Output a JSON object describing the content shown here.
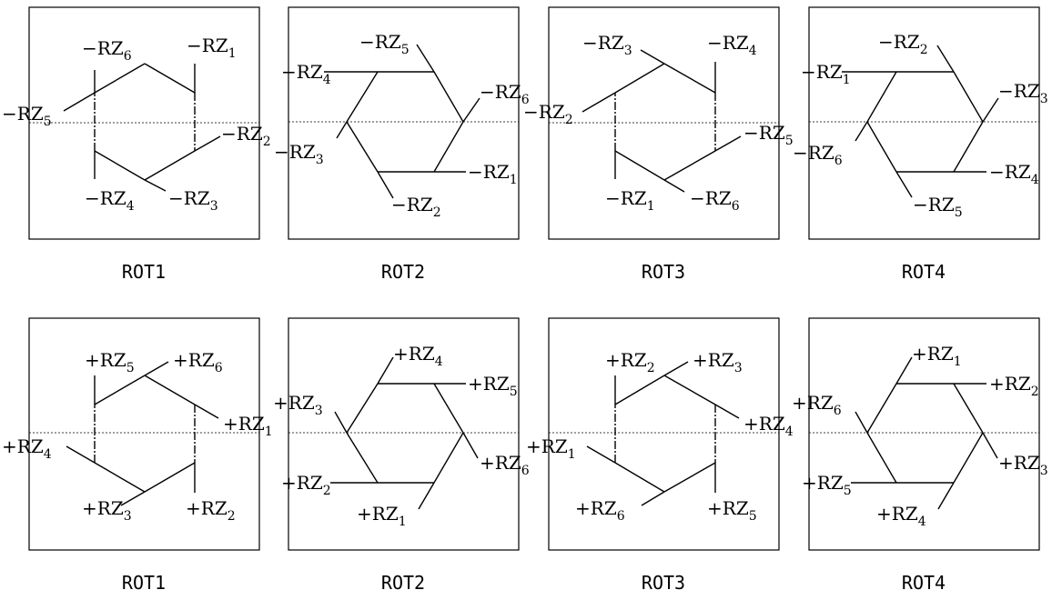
{
  "rows": [
    {
      "panels": [
        {
          "caption": "ROT1",
          "labels": [
            {
              "sign": "−",
              "base": "RZ",
              "sub": "6"
            },
            {
              "sign": "−",
              "base": "RZ",
              "sub": "1"
            },
            {
              "sign": "−",
              "base": "RZ",
              "sub": "5"
            },
            {
              "sign": "−",
              "base": "RZ",
              "sub": "2"
            },
            {
              "sign": "−",
              "base": "RZ",
              "sub": "4"
            },
            {
              "sign": "−",
              "base": "RZ",
              "sub": "3"
            }
          ]
        },
        {
          "caption": "ROT2",
          "labels": [
            {
              "sign": "−",
              "base": "RZ",
              "sub": "5"
            },
            {
              "sign": "−",
              "base": "RZ",
              "sub": "4"
            },
            {
              "sign": "−",
              "base": "RZ",
              "sub": "6"
            },
            {
              "sign": "−",
              "base": "RZ",
              "sub": "3"
            },
            {
              "sign": "−",
              "base": "RZ",
              "sub": "1"
            },
            {
              "sign": "−",
              "base": "RZ",
              "sub": "2"
            }
          ]
        },
        {
          "caption": "ROT3",
          "labels": [
            {
              "sign": "−",
              "base": "RZ",
              "sub": "3"
            },
            {
              "sign": "−",
              "base": "RZ",
              "sub": "4"
            },
            {
              "sign": "−",
              "base": "RZ",
              "sub": "2"
            },
            {
              "sign": "−",
              "base": "RZ",
              "sub": "5"
            },
            {
              "sign": "−",
              "base": "RZ",
              "sub": "1"
            },
            {
              "sign": "−",
              "base": "RZ",
              "sub": "6"
            }
          ]
        },
        {
          "caption": "ROT4",
          "labels": [
            {
              "sign": "−",
              "base": "RZ",
              "sub": "2"
            },
            {
              "sign": "−",
              "base": "RZ",
              "sub": "1"
            },
            {
              "sign": "−",
              "base": "RZ",
              "sub": "3"
            },
            {
              "sign": "−",
              "base": "RZ",
              "sub": "6"
            },
            {
              "sign": "−",
              "base": "RZ",
              "sub": "4"
            },
            {
              "sign": "−",
              "base": "RZ",
              "sub": "5"
            }
          ]
        }
      ]
    },
    {
      "panels": [
        {
          "caption": "ROT1",
          "labels": [
            {
              "sign": "+",
              "base": "RZ",
              "sub": "5"
            },
            {
              "sign": "+",
              "base": "RZ",
              "sub": "6"
            },
            {
              "sign": "+",
              "base": "RZ",
              "sub": "1"
            },
            {
              "sign": "+",
              "base": "RZ",
              "sub": "4"
            },
            {
              "sign": "+",
              "base": "RZ",
              "sub": "3"
            },
            {
              "sign": "+",
              "base": "RZ",
              "sub": "2"
            }
          ]
        },
        {
          "caption": "ROT2",
          "labels": [
            {
              "sign": "+",
              "base": "RZ",
              "sub": "4"
            },
            {
              "sign": "+",
              "base": "RZ",
              "sub": "5"
            },
            {
              "sign": "+",
              "base": "RZ",
              "sub": "3"
            },
            {
              "sign": "+",
              "base": "RZ",
              "sub": "6"
            },
            {
              "sign": "+",
              "base": "RZ",
              "sub": "2"
            },
            {
              "sign": "+",
              "base": "RZ",
              "sub": "1"
            }
          ]
        },
        {
          "caption": "ROT3",
          "labels": [
            {
              "sign": "+",
              "base": "RZ",
              "sub": "2"
            },
            {
              "sign": "+",
              "base": "RZ",
              "sub": "3"
            },
            {
              "sign": "+",
              "base": "RZ",
              "sub": "4"
            },
            {
              "sign": "+",
              "base": "RZ",
              "sub": "1"
            },
            {
              "sign": "+",
              "base": "RZ",
              "sub": "6"
            },
            {
              "sign": "+",
              "base": "RZ",
              "sub": "5"
            }
          ]
        },
        {
          "caption": "ROT4",
          "labels": [
            {
              "sign": "+",
              "base": "RZ",
              "sub": "1"
            },
            {
              "sign": "+",
              "base": "RZ",
              "sub": "2"
            },
            {
              "sign": "+",
              "base": "RZ",
              "sub": "6"
            },
            {
              "sign": "+",
              "base": "RZ",
              "sub": "3"
            },
            {
              "sign": "+",
              "base": "RZ",
              "sub": "5"
            },
            {
              "sign": "+",
              "base": "RZ",
              "sub": "4"
            }
          ]
        }
      ]
    }
  ]
}
